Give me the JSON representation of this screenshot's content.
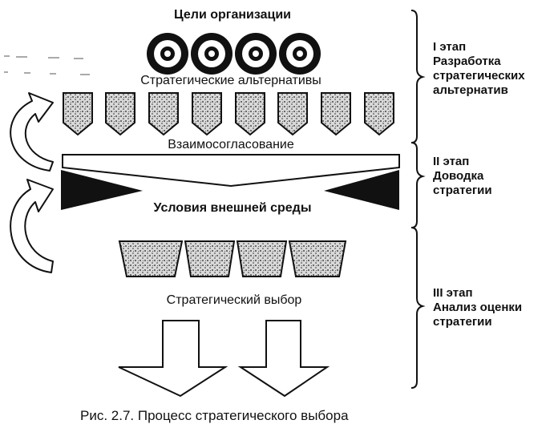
{
  "labels": {
    "goals": "Цели организации",
    "alternatives": "Стратегические альтернативы",
    "coordination": "Взаимосогласование",
    "environment": "Условия внешней среды",
    "choice": "Стратегический выбор"
  },
  "stages": [
    {
      "name": "I этап",
      "lines": [
        "Разработка",
        "стратегических",
        "альтернатив"
      ]
    },
    {
      "name": "II этап",
      "lines": [
        "Доводка",
        "стратегии"
      ]
    },
    {
      "name": "III этап",
      "lines": [
        "Анализ оценки",
        "стратегии"
      ]
    }
  ],
  "caption": "Рис. 2.7. Процесс стратегического выбора",
  "colors": {
    "ink": "#111111",
    "background": "#ffffff",
    "texture": "#9a9a9a"
  }
}
